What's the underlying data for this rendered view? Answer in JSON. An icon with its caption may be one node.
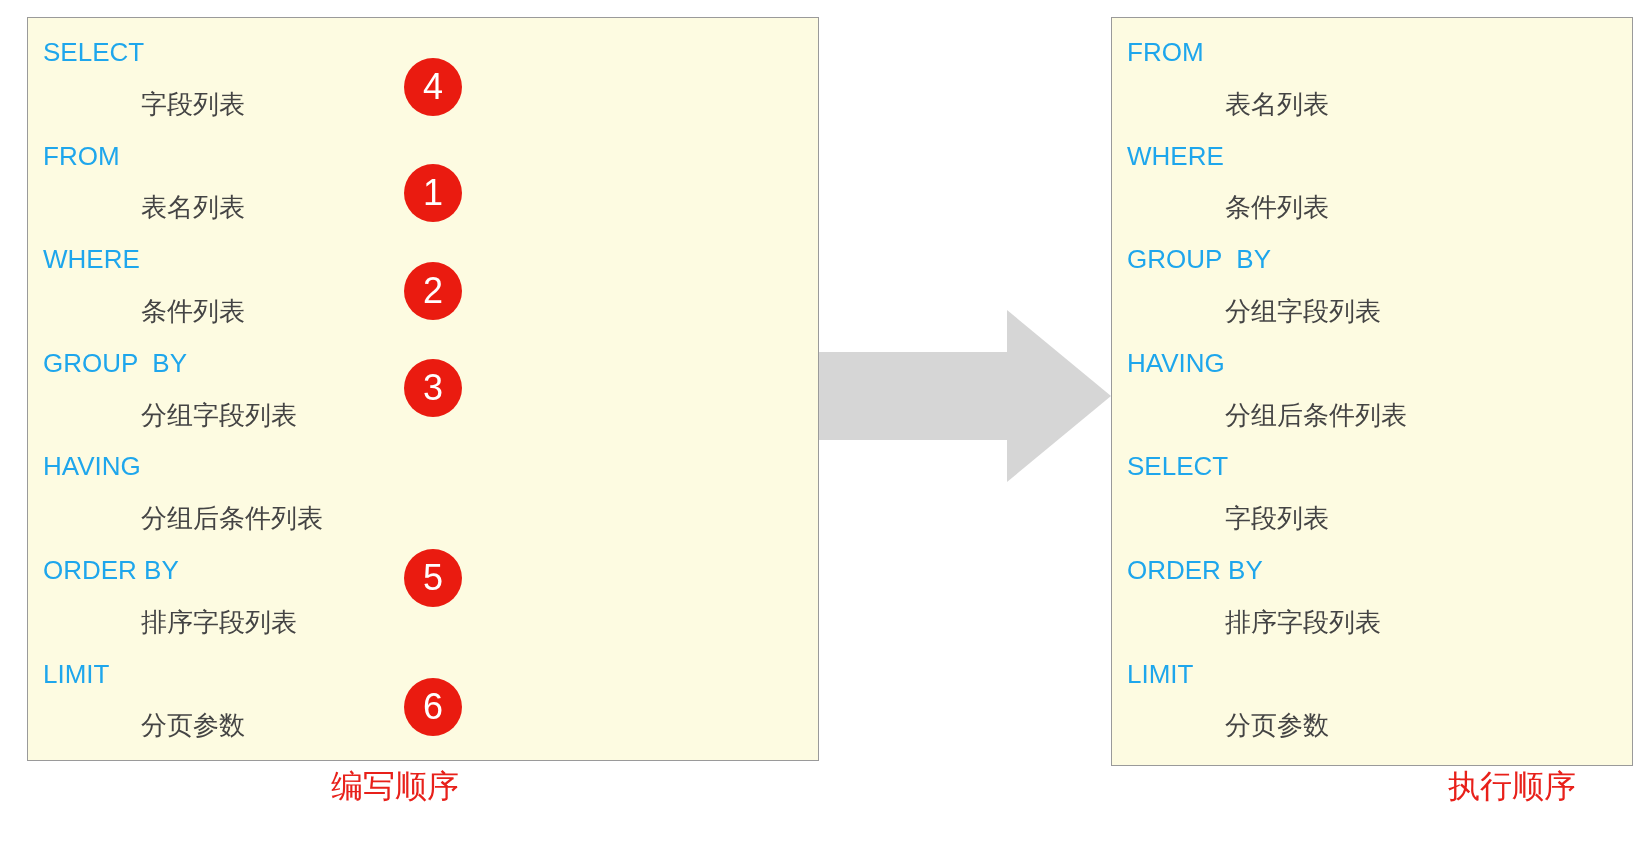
{
  "diagram": {
    "nodes": [
      {
        "text": [
          "SELECT",
          "字段列表",
          "FROM",
          "表名列表",
          "WHERE",
          "条件列表",
          "GROUP  BY",
          "分组字段列表",
          "HAVING",
          "分组后条件列表",
          "ORDER BY",
          "排序字段列表",
          "LIMIT",
          "分页参数"
        ],
        "beside": [
          "编写顺序"
        ]
      },
      {
        "text": [
          "4"
        ],
        "in": 0
      },
      {
        "text": [
          "1"
        ],
        "in": 0
      },
      {
        "text": [
          "2"
        ],
        "in": 0
      },
      {
        "text": [
          "3"
        ],
        "in": 0
      },
      {
        "text": [
          "5"
        ],
        "in": 0
      },
      {
        "text": [
          "6"
        ],
        "in": 0
      },
      {
        "text": [
          "FROM",
          "表名列表",
          "WHERE",
          "条件列表",
          "GROUP  BY",
          "分组字段列表",
          "HAVING",
          "分组后条件列表",
          "SELECT",
          "字段列表",
          "ORDER BY",
          "排序字段列表",
          "LIMIT",
          "分页参数"
        ],
        "beside": [
          "执行顺序"
        ]
      }
    ],
    "edges": [
      {
        "from": 0,
        "to": 7,
        "arrow": "to"
      }
    ]
  }
}
